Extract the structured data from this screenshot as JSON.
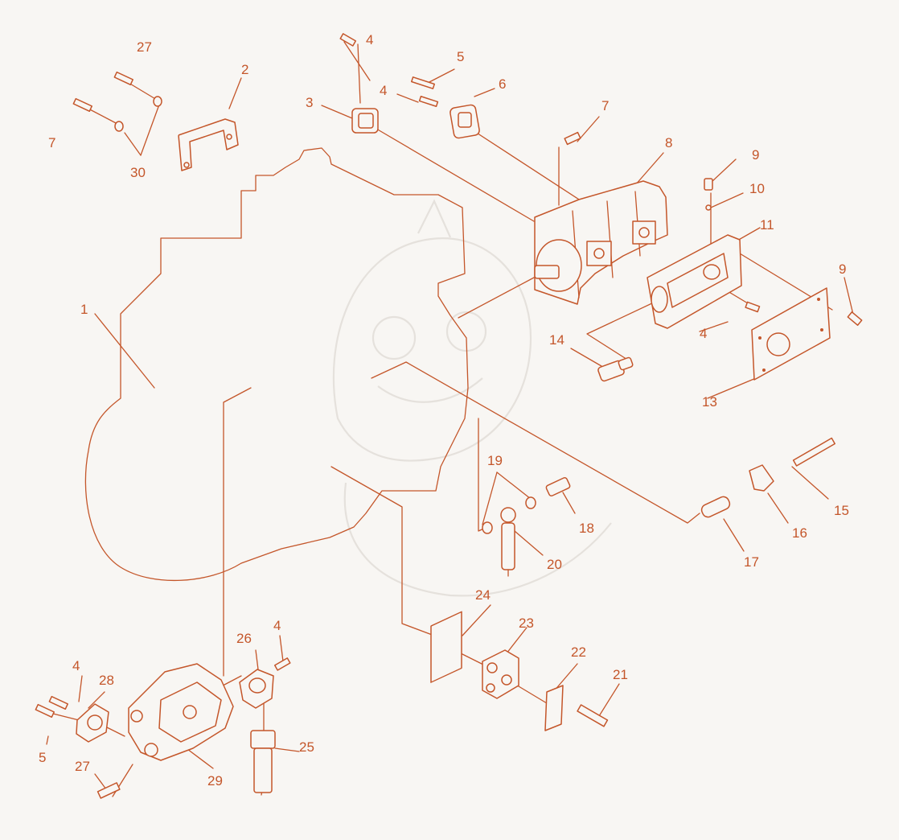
{
  "diagram": {
    "line_color": "#c4562a",
    "background": "#f8f6f3",
    "callouts": [
      "1",
      "2",
      "3",
      "4",
      "4",
      "4",
      "4",
      "5",
      "5",
      "6",
      "7",
      "7",
      "8",
      "9",
      "9",
      "10",
      "11",
      "13",
      "14",
      "15",
      "16",
      "17",
      "18",
      "19",
      "20",
      "21",
      "22",
      "23",
      "24",
      "25",
      "26",
      "27",
      "27",
      "28",
      "29",
      "30"
    ]
  }
}
